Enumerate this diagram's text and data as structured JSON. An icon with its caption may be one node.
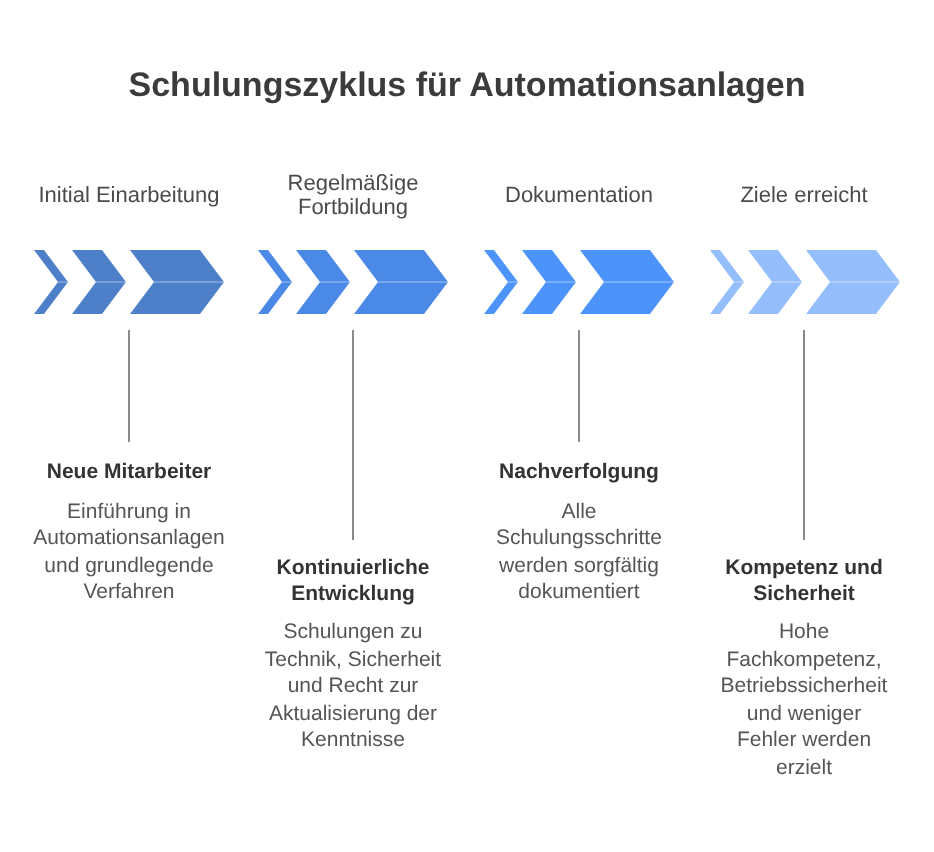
{
  "diagram": {
    "title": "Schulungszyklus für Automationsanlagen",
    "nodes": [
      {
        "text": [
          "Initial Einarbeitung"
        ]
      },
      {
        "text": [
          "Regelmäßige Fortbildung"
        ]
      },
      {
        "text": [
          "Dokumentation"
        ]
      },
      {
        "text": [
          "Ziele erreicht"
        ]
      },
      {
        "text": [
          "Neue Mitarbeiter",
          "Einführung in Automationsanlagen und grundlegende Verfahren"
        ]
      },
      {
        "text": [
          "Kontinuierliche Entwicklung",
          "Schulungen zu Technik, Sicherheit und Recht zur Aktualisierung der Kenntnisse"
        ]
      },
      {
        "text": [
          "Nachverfolgung",
          "Alle Schulungsschritte werden sorgfältig dokumentiert"
        ]
      },
      {
        "text": [
          "Kompetenz und Sicherheit",
          "Hohe Fachkompetenz, Betriebssicherheit und weniger Fehler werden erzielt"
        ]
      }
    ],
    "edges": [
      {
        "from": 0,
        "to": 4,
        "arrow": "none"
      },
      {
        "from": 1,
        "to": 5,
        "arrow": "none"
      },
      {
        "from": 2,
        "to": 6,
        "arrow": "none"
      },
      {
        "from": 3,
        "to": 7,
        "arrow": "none"
      }
    ]
  }
}
